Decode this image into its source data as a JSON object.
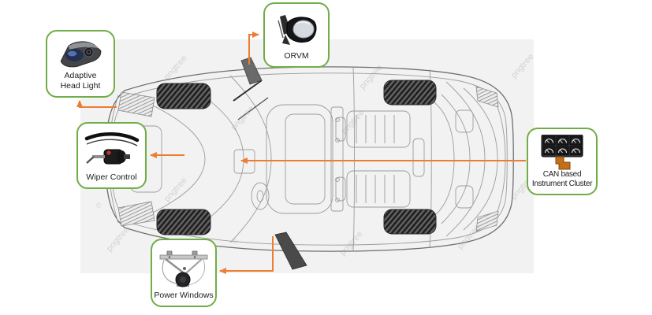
{
  "diagram": {
    "subject": "Car body electronics diagram - wireframe top view of a sedan with callouts",
    "background_panel": "light gray rectangle behind car illustration"
  },
  "colors": {
    "callout_border_green": "#70AD47",
    "arrow_orange": "#ED7D31",
    "panel_background": "#F2F2F2",
    "label_text": "#1C1C1C",
    "cluster_cable_orange": "#C17018"
  },
  "watermark": {
    "text": "pngtree",
    "copyright_symbol": "©"
  },
  "callouts": [
    {
      "id": "adaptive-head-light",
      "line1": "Adaptive",
      "line2": "Head Light",
      "icon": "headlight-image"
    },
    {
      "id": "orvm",
      "line1": "ORVM",
      "line2": "",
      "icon": "side-mirror-image"
    },
    {
      "id": "wiper-control",
      "line1": "Wiper Control",
      "line2": "",
      "icon": "wiper-blade-motor-image"
    },
    {
      "id": "can-instrument-cluster",
      "line1": "CAN based",
      "line2": "Instrument Cluster",
      "icon": "instrument-cluster-image"
    },
    {
      "id": "power-windows",
      "line1": "Power Windows",
      "line2": "",
      "icon": "window-regulator-image"
    }
  ],
  "connections": [
    {
      "callout": "adaptive-head-light",
      "points_to": "front-left headlight of car"
    },
    {
      "callout": "orvm",
      "points_to": "left outside rear view mirror"
    },
    {
      "callout": "wiper-control",
      "points_to": "cowl / wiper area at hood"
    },
    {
      "callout": "can-instrument-cluster",
      "points_to": "dashboard instrument cluster"
    },
    {
      "callout": "power-windows",
      "points_to": "right side door / window area"
    }
  ]
}
